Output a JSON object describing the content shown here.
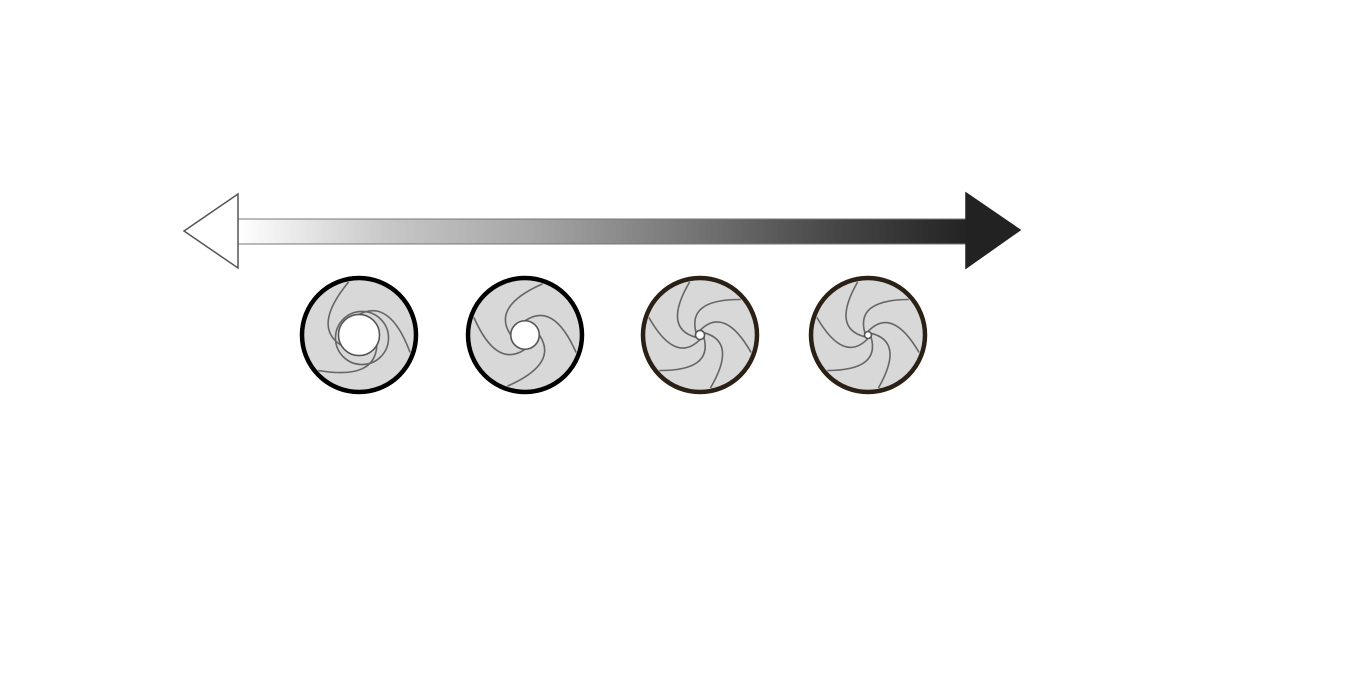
{
  "diagram": {
    "arrow": {
      "direction": "bidirectional",
      "gradient_colors": [
        "#ffffff",
        "#c8c8c8",
        "#a6a6a6",
        "#7a7a7a",
        "#4a4a4a",
        "#222222"
      ],
      "left_head_color": "#ffffff",
      "right_head_color": "#222222",
      "outline_color": "#555555"
    },
    "apertures": [
      {
        "name": "aperture-wide-open",
        "opening_fraction": 0.36,
        "ring_color": "#000000",
        "blade_count": 3
      },
      {
        "name": "aperture-open",
        "opening_fraction": 0.25,
        "ring_color": "#000000",
        "blade_count": 4
      },
      {
        "name": "aperture-narrow",
        "opening_fraction": 0.08,
        "ring_color": "#2a2015",
        "blade_count": 6
      },
      {
        "name": "aperture-closed",
        "opening_fraction": 0.025,
        "ring_color": "#2a2015",
        "blade_count": 6
      }
    ],
    "colors": {
      "disc_fill": "#d8d8d8",
      "blade_stroke": "#666666",
      "opening_fill": "#ffffff"
    }
  }
}
